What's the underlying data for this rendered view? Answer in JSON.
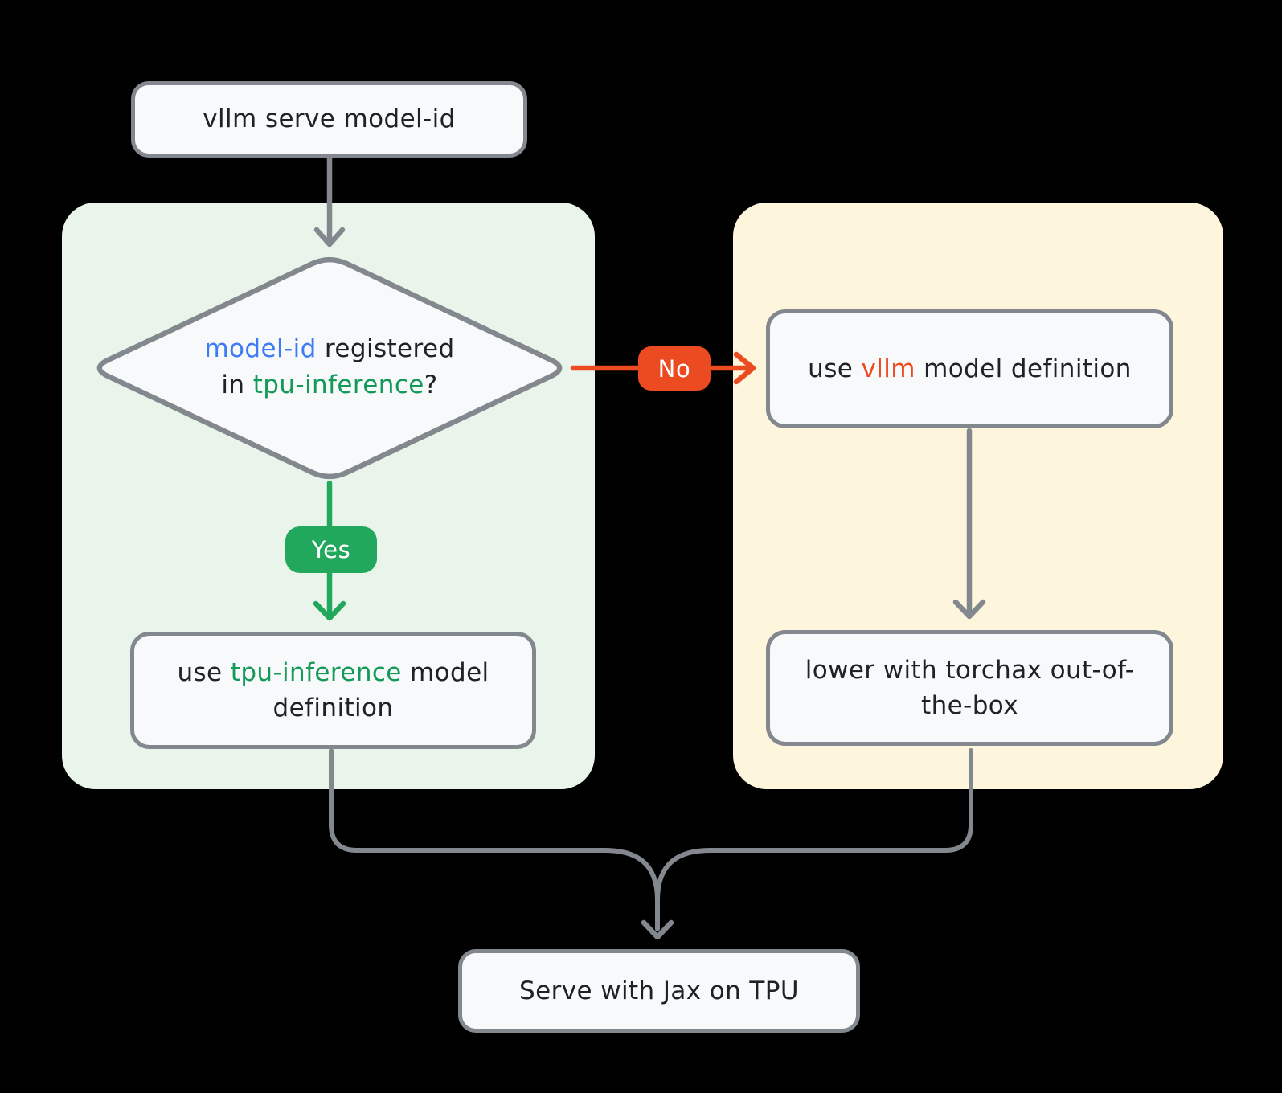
{
  "diagram": {
    "nodes": {
      "start": {
        "label": "vllm serve model-id"
      },
      "decision": {
        "line1_highlight": "model-id",
        "line1_rest": " registered",
        "line2_pre": "in ",
        "line2_highlight": "tpu-inference",
        "line2_post": "?"
      },
      "use_tpu": {
        "pre": "use ",
        "highlight": "tpu-inference",
        "post": " model definition"
      },
      "use_vllm": {
        "pre": "use ",
        "highlight": "vllm",
        "post": " model definition"
      },
      "torchax": {
        "label": "lower with torchax out-of-the-box"
      },
      "serve": {
        "label": "Serve with Jax on TPU"
      }
    },
    "branches": {
      "yes": "Yes",
      "no": "No"
    },
    "colors": {
      "model_id_blue": "#3d7cf5",
      "tpu_inference_green": "#149a58",
      "vllm_orange": "#ec4a21",
      "yes_badge_green": "#21a85d",
      "no_badge_orange": "#ec4a21",
      "connector_gray": "#83888e",
      "panel_green": "#e9f5ea",
      "panel_yellow": "#fdf5dc",
      "node_fill": "#f8f9fa",
      "node_border": "#83888e",
      "text_black": "#202124",
      "background": "#000000"
    }
  }
}
